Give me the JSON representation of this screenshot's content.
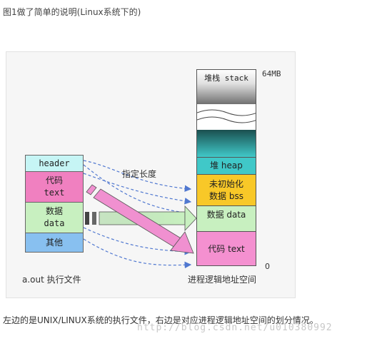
{
  "caption_top": "图1做了简单的说明(Linux系统下的)",
  "aout": {
    "header": "header",
    "code": "代码",
    "text": "text",
    "data_cn": "数据",
    "data_en": "data",
    "other": "其他",
    "label": "a.out 执行文件"
  },
  "arrow_label": "指定长度",
  "memory": {
    "stack": "堆栈 stack",
    "top_label": "64MB",
    "heap": "堆 heap",
    "bss_1": "未初始化",
    "bss_2": "数据 bss",
    "data": "数据 data",
    "code": "代码 text",
    "bottom_label": "0",
    "label": "进程逻辑地址空间"
  },
  "caption_bottom": "左边的是UNIX/LINUX系统的执行文件，右边是对应进程逻辑地址空间的划分情况。",
  "watermark": "http://blog.csdn.net/u010380992",
  "colors": {
    "header": "#c6f5f5",
    "code": "#f080c0",
    "data": "#c8f0c0",
    "other": "#88c0f0",
    "heap": "#40c8c8",
    "bss": "#f8c828",
    "arrow_pink": "#f090d0",
    "arrow_dash": "#5078d0"
  }
}
